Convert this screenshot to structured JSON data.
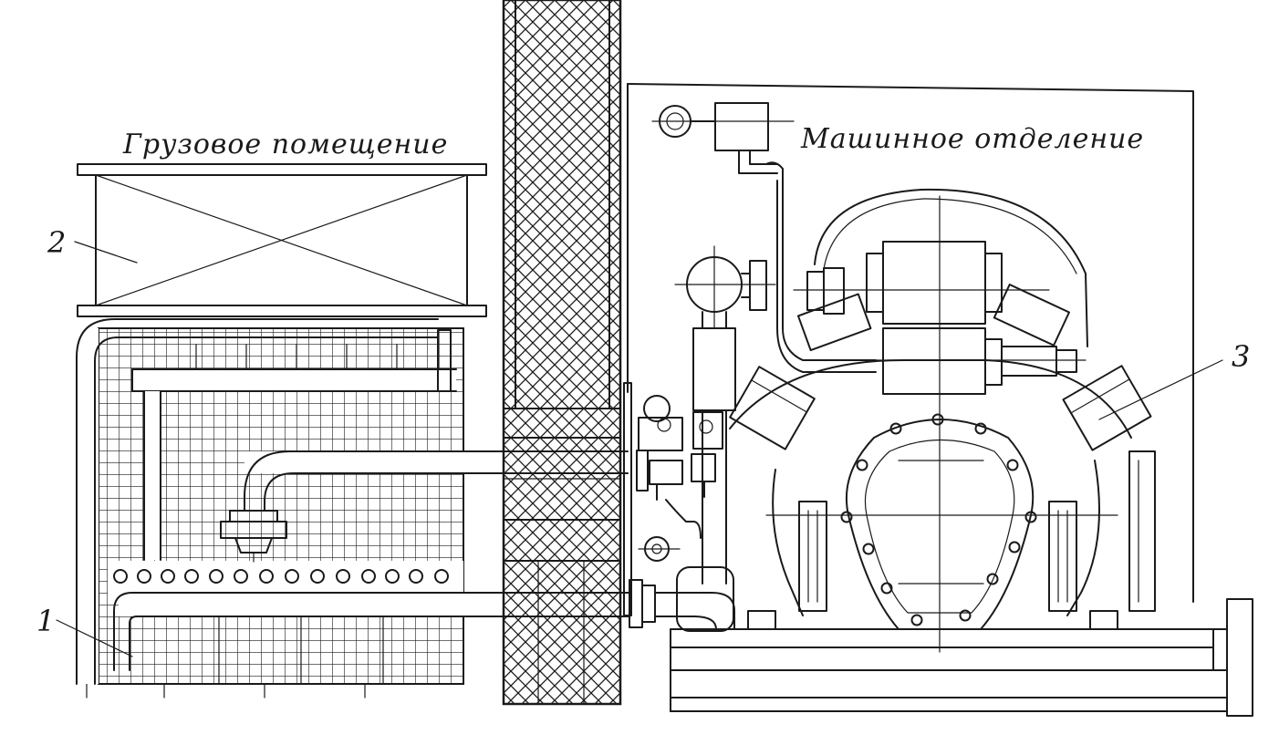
{
  "diagram": {
    "labels": {
      "cargo_room": "Грузовое помещение",
      "engine_room": "Машинное отделение",
      "callout_1": "1",
      "callout_2": "2",
      "callout_3": "3"
    },
    "colors": {
      "ink": "#1a1a1a",
      "paper": "#ffffff"
    }
  }
}
